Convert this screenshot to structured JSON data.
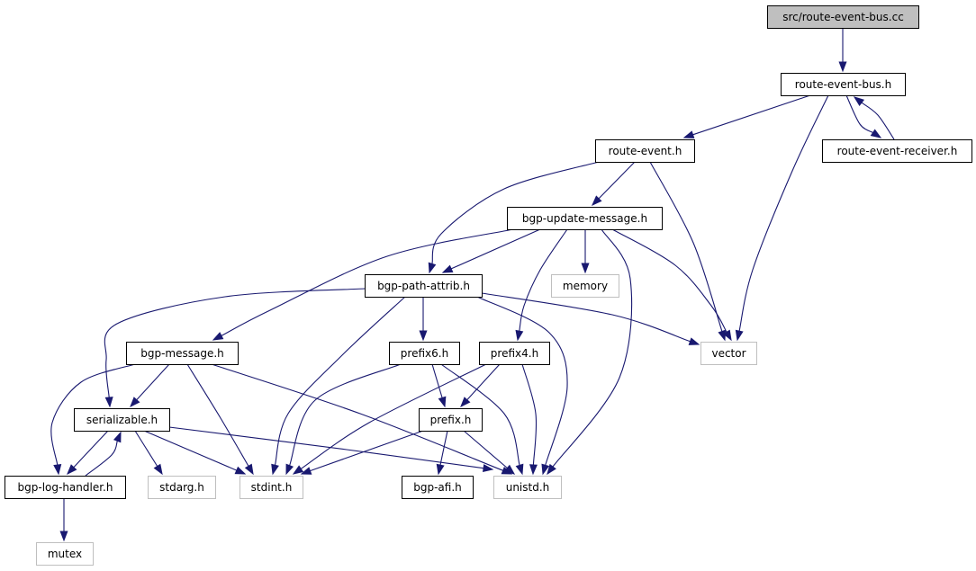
{
  "nodes": [
    {
      "id": "route_event_bus_cc",
      "label": "src/route-event-bus.cc",
      "kind": "root"
    },
    {
      "id": "route_event_bus_h",
      "label": "route-event-bus.h",
      "kind": "documented"
    },
    {
      "id": "route_event_h",
      "label": "route-event.h",
      "kind": "documented"
    },
    {
      "id": "route_event_receiver_h",
      "label": "route-event-receiver.h",
      "kind": "documented"
    },
    {
      "id": "bgp_update_message_h",
      "label": "bgp-update-message.h",
      "kind": "documented"
    },
    {
      "id": "bgp_path_attrib_h",
      "label": "bgp-path-attrib.h",
      "kind": "documented"
    },
    {
      "id": "memory",
      "label": "memory",
      "kind": "external"
    },
    {
      "id": "bgp_message_h",
      "label": "bgp-message.h",
      "kind": "documented"
    },
    {
      "id": "prefix6_h",
      "label": "prefix6.h",
      "kind": "documented"
    },
    {
      "id": "prefix4_h",
      "label": "prefix4.h",
      "kind": "documented"
    },
    {
      "id": "vector",
      "label": "vector",
      "kind": "external"
    },
    {
      "id": "serializable_h",
      "label": "serializable.h",
      "kind": "documented"
    },
    {
      "id": "prefix_h",
      "label": "prefix.h",
      "kind": "documented"
    },
    {
      "id": "bgp_log_handler_h",
      "label": "bgp-log-handler.h",
      "kind": "documented"
    },
    {
      "id": "stdarg_h",
      "label": "stdarg.h",
      "kind": "external"
    },
    {
      "id": "stdint_h",
      "label": "stdint.h",
      "kind": "external"
    },
    {
      "id": "bgp_afi_h",
      "label": "bgp-afi.h",
      "kind": "documented"
    },
    {
      "id": "unistd_h",
      "label": "unistd.h",
      "kind": "external"
    },
    {
      "id": "mutex",
      "label": "mutex",
      "kind": "external"
    }
  ],
  "edges": [
    {
      "from": "route_event_bus_cc",
      "to": "route_event_bus_h"
    },
    {
      "from": "route_event_bus_h",
      "to": "route_event_h"
    },
    {
      "from": "route_event_bus_h",
      "to": "route_event_receiver_h"
    },
    {
      "from": "route_event_bus_h",
      "to": "vector"
    },
    {
      "from": "route_event_receiver_h",
      "to": "route_event_bus_h"
    },
    {
      "from": "route_event_h",
      "to": "bgp_update_message_h"
    },
    {
      "from": "route_event_h",
      "to": "bgp_path_attrib_h"
    },
    {
      "from": "route_event_h",
      "to": "vector"
    },
    {
      "from": "bgp_update_message_h",
      "to": "bgp_path_attrib_h"
    },
    {
      "from": "bgp_update_message_h",
      "to": "memory"
    },
    {
      "from": "bgp_update_message_h",
      "to": "bgp_message_h"
    },
    {
      "from": "bgp_update_message_h",
      "to": "prefix4_h"
    },
    {
      "from": "bgp_update_message_h",
      "to": "vector"
    },
    {
      "from": "bgp_update_message_h",
      "to": "unistd_h"
    },
    {
      "from": "bgp_path_attrib_h",
      "to": "prefix6_h"
    },
    {
      "from": "bgp_path_attrib_h",
      "to": "serializable_h"
    },
    {
      "from": "bgp_path_attrib_h",
      "to": "stdint_h"
    },
    {
      "from": "bgp_path_attrib_h",
      "to": "vector"
    },
    {
      "from": "bgp_path_attrib_h",
      "to": "unistd_h"
    },
    {
      "from": "bgp_message_h",
      "to": "serializable_h"
    },
    {
      "from": "bgp_message_h",
      "to": "bgp_log_handler_h"
    },
    {
      "from": "bgp_message_h",
      "to": "stdint_h"
    },
    {
      "from": "bgp_message_h",
      "to": "unistd_h"
    },
    {
      "from": "prefix6_h",
      "to": "prefix_h"
    },
    {
      "from": "prefix6_h",
      "to": "stdint_h"
    },
    {
      "from": "prefix6_h",
      "to": "unistd_h"
    },
    {
      "from": "prefix4_h",
      "to": "prefix_h"
    },
    {
      "from": "prefix4_h",
      "to": "stdint_h"
    },
    {
      "from": "prefix4_h",
      "to": "unistd_h"
    },
    {
      "from": "serializable_h",
      "to": "bgp_log_handler_h"
    },
    {
      "from": "serializable_h",
      "to": "stdarg_h"
    },
    {
      "from": "serializable_h",
      "to": "stdint_h"
    },
    {
      "from": "serializable_h",
      "to": "unistd_h"
    },
    {
      "from": "bgp_log_handler_h",
      "to": "serializable_h"
    },
    {
      "from": "bgp_log_handler_h",
      "to": "mutex"
    },
    {
      "from": "prefix_h",
      "to": "stdint_h"
    },
    {
      "from": "prefix_h",
      "to": "bgp_afi_h"
    },
    {
      "from": "prefix_h",
      "to": "unistd_h"
    }
  ],
  "colors": {
    "edge": "#191970",
    "root_fill": "#bfbfbf",
    "root_stroke": "#000000",
    "documented_stroke": "#000000",
    "external_stroke": "#bfbfbf",
    "text": "#000000",
    "background": "#ffffff"
  }
}
